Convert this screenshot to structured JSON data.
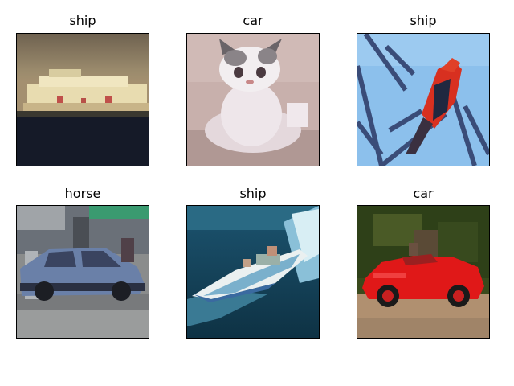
{
  "panels": [
    {
      "title": "ship"
    },
    {
      "title": "car"
    },
    {
      "title": "ship"
    },
    {
      "title": "horse"
    },
    {
      "title": "ship"
    },
    {
      "title": "car"
    }
  ]
}
